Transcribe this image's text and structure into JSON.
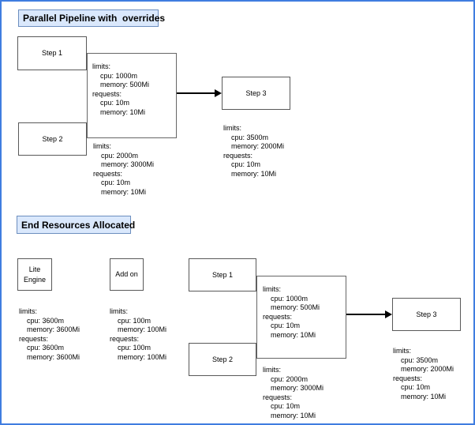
{
  "colors": {
    "page_border": "#3f7de0",
    "title_fill": "#dae8fc",
    "title_border": "#6c8ebf",
    "node_border": "#595959",
    "connector_line": "#666666",
    "arrow": "#000000",
    "text": "#000000"
  },
  "section1": {
    "title": "Parallel Pipeline with  overrides",
    "nodes": {
      "step1": {
        "label": "Step 1",
        "resources": [
          "limits:",
          "    cpu: 1000m",
          "    memory: 500Mi",
          "requests:",
          "    cpu: 10m",
          "    memory: 10Mi"
        ]
      },
      "step2": {
        "label": "Step 2",
        "resources": [
          "limits:",
          "    cpu: 2000m",
          "    memory: 3000Mi",
          "requests:",
          "    cpu: 10m",
          "    memory: 10Mi"
        ]
      },
      "step3": {
        "label": "Step 3",
        "resources": [
          "limits:",
          "    cpu: 3500m",
          "    memory: 2000Mi",
          "requests:",
          "    cpu: 10m",
          "    memory: 10Mi"
        ]
      }
    }
  },
  "section2": {
    "title": "End Resources Allocated",
    "nodes": {
      "lite_engine": {
        "label_lines": [
          "Lite",
          "Engine"
        ],
        "resources": [
          "limits:",
          "    cpu: 3600m",
          "    memory: 3600Mi",
          "requests:",
          "    cpu: 3600m",
          "    memory: 3600Mi"
        ]
      },
      "add_on": {
        "label": "Add on",
        "resources": [
          "limits:",
          "    cpu: 100m",
          "    memory: 100Mi",
          "requests:",
          "    cpu: 100m",
          "    memory: 100Mi"
        ]
      },
      "step1": {
        "label": "Step 1",
        "resources": [
          "limits:",
          "    cpu: 1000m",
          "    memory: 500Mi",
          "requests:",
          "    cpu: 10m",
          "    memory: 10Mi"
        ]
      },
      "step2": {
        "label": "Step 2",
        "resources": [
          "limits:",
          "    cpu: 2000m",
          "    memory: 3000Mi",
          "requests:",
          "    cpu: 10m",
          "    memory: 10Mi"
        ]
      },
      "step3": {
        "label": "Step 3",
        "resources": [
          "limits:",
          "    cpu: 3500m",
          "    memory: 2000Mi",
          "requests:",
          "    cpu: 10m",
          "    memory: 10Mi"
        ]
      }
    }
  }
}
